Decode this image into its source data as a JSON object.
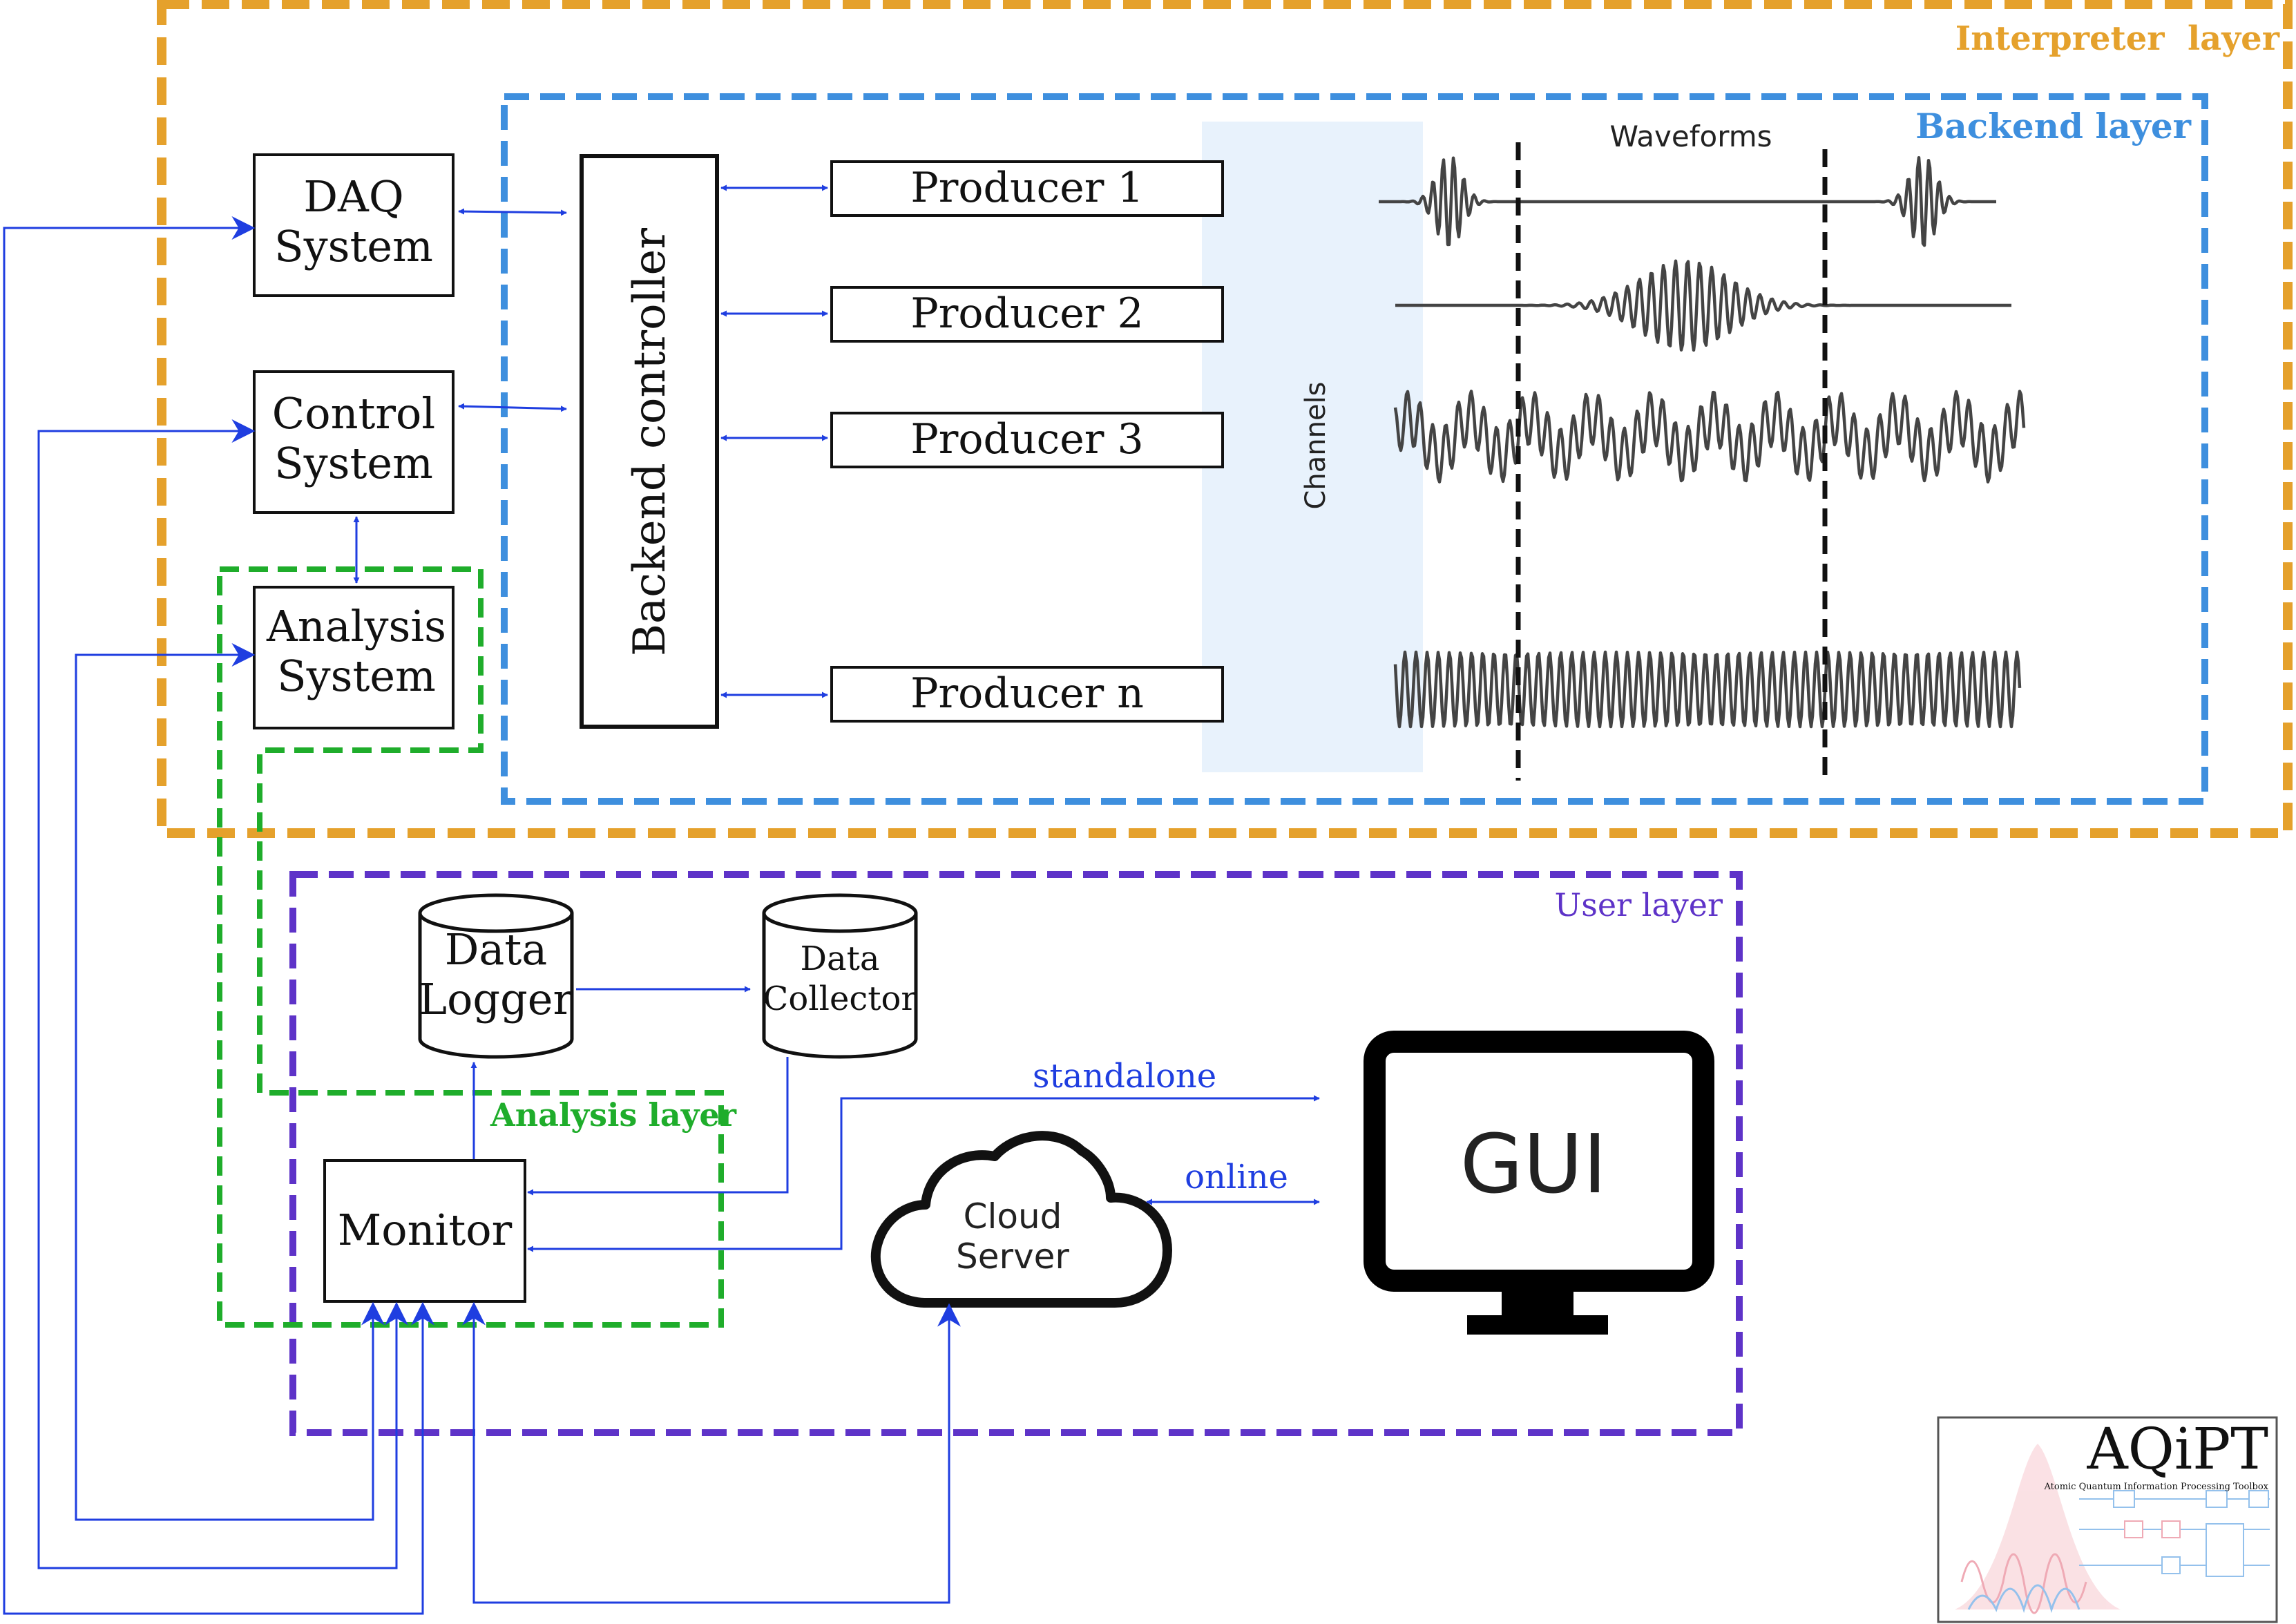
{
  "layers": {
    "interpreter": {
      "title": "Interpreter  layer",
      "color": "#e5a12c"
    },
    "backend": {
      "title": "Backend layer",
      "color": "#3e8fde"
    },
    "user": {
      "title": "User layer",
      "color": "#5e33c8"
    },
    "analysis": {
      "title": "Analysis layer",
      "color": "#1fad2b"
    }
  },
  "boxes": {
    "daq": {
      "line1": "DAQ",
      "line2": "System"
    },
    "control": {
      "line1": "Control",
      "line2": "System"
    },
    "analysis": {
      "line1": "Analysis",
      "line2": "System"
    },
    "backend_controller": "Backend controller",
    "producers": [
      "Producer 1",
      "Producer 2",
      "Producer 3",
      "Producer n"
    ],
    "monitor": "Monitor",
    "gui": "GUI"
  },
  "databases": {
    "logger": {
      "line1": "Data",
      "line2": "Logger"
    },
    "collector": {
      "line1": "Data",
      "line2": "Collector"
    }
  },
  "cloud": {
    "line1": "Cloud",
    "line2": "Server"
  },
  "channels_label": "Channels",
  "waveforms_label": "Waveforms",
  "edge_labels": {
    "standalone": "standalone",
    "online": "online"
  },
  "logo": {
    "title": "AQiPT",
    "subtitle": "Atomic Quantum Information Processing Toolbox"
  },
  "colors": {
    "arrow": "#1f3ee0",
    "channels_band": "#e8f2fc",
    "waveform": "#444444"
  }
}
